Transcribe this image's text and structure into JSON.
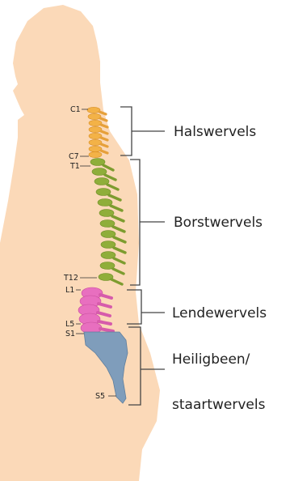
{
  "colors": {
    "background": "#ffffff",
    "body": "#fbd9b8",
    "cervical": "#f3b247",
    "thoracic": "#8fae3a",
    "lumbar": "#e86fbf",
    "sacral": "#7f9dbb",
    "bracket": "#444444"
  },
  "vertebra_labels": {
    "c1": "C1",
    "c7": "C7",
    "t1": "T1",
    "t12": "T12",
    "l1": "L1",
    "l5": "L5",
    "s1": "S1",
    "s5": "S5"
  },
  "regions": {
    "cervical": "Halswervels",
    "thoracic": "Borstwervels",
    "lumbar": "Lendewervels",
    "sacral_line1": "Heiligbeen/",
    "sacral_line2": "staartwervels"
  }
}
